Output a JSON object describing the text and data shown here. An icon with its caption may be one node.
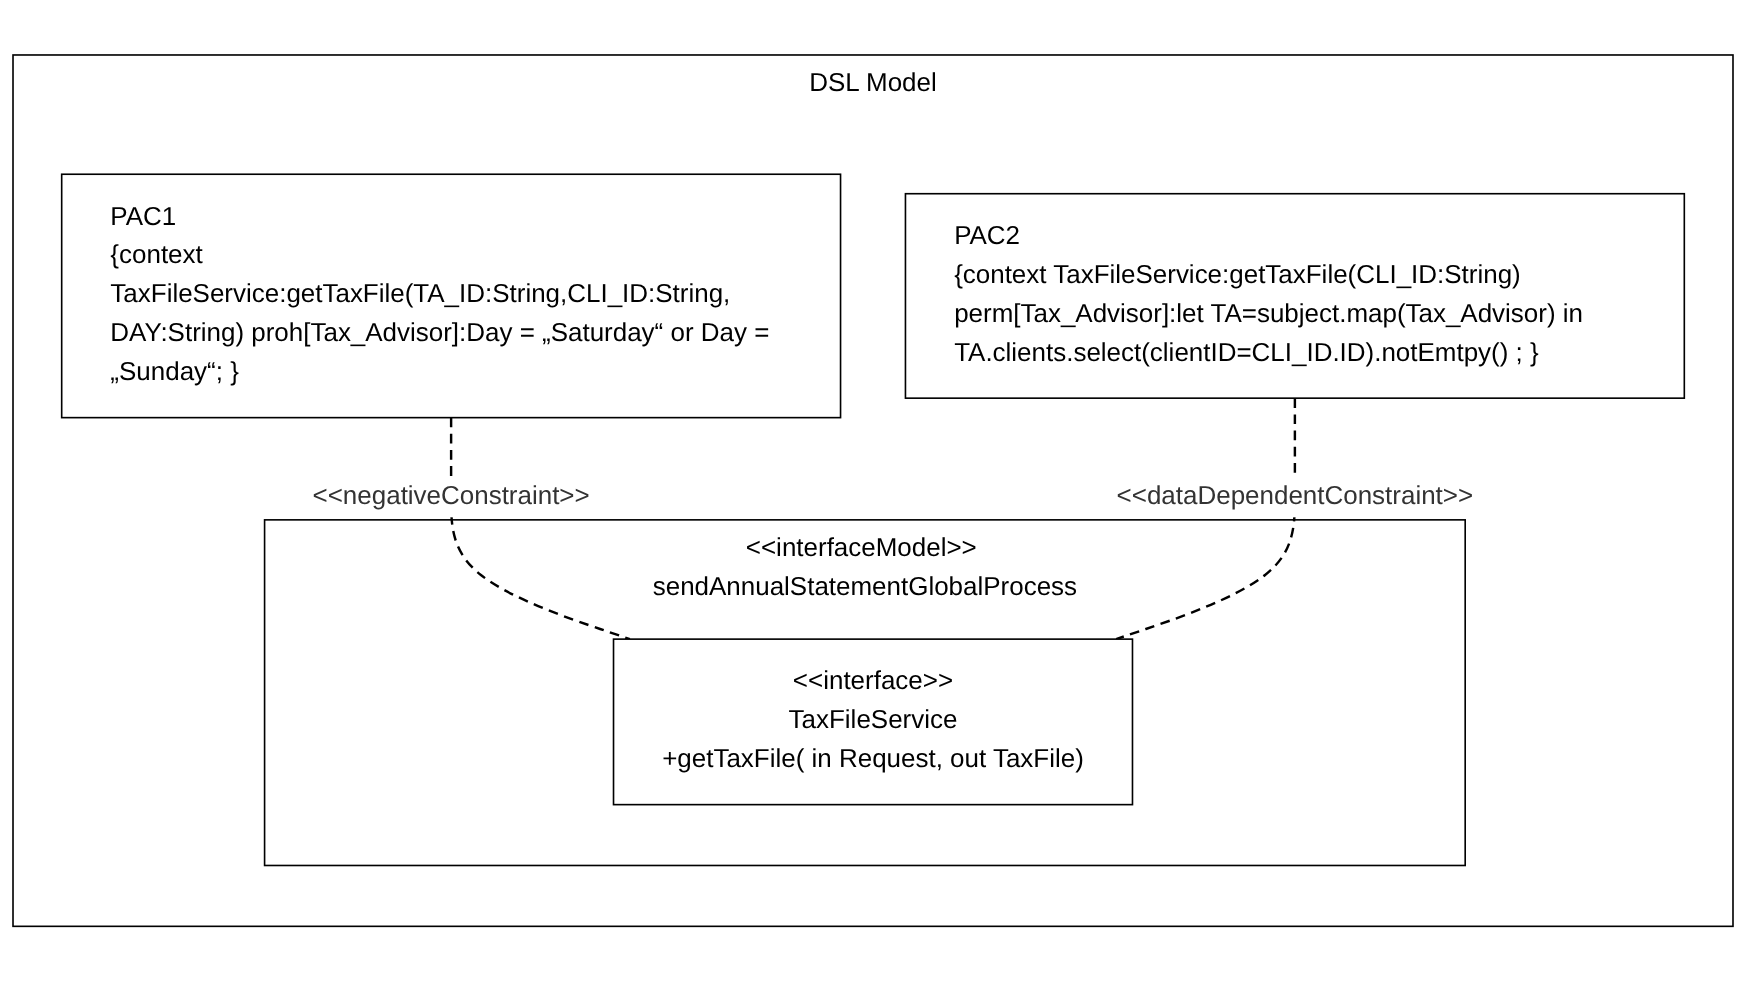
{
  "diagram": {
    "nodes": [
      {
        "text": [
          "DSL Model"
        ]
      },
      {
        "text": [
          "PAC1",
          "{context TaxFileService:getTaxFile(TA_ID:String,CLI_ID:String, DAY:String) proh[Tax_Advisor]:Day = „Saturday“ or Day = „Sunday“; }"
        ],
        "in": 0
      },
      {
        "text": [
          "PAC2",
          "{context TaxFileService:getTaxFile(CLI_ID:String) perm[Tax_Advisor]:let TA=subject.map(Tax_Advisor) in TA.clients.select(clientID=CLI_ID.ID).notEmtpy() ; }"
        ],
        "in": 0
      },
      {
        "text": [
          "<<interfaceModel>> sendAnnualStatementGlobalProcess"
        ],
        "in": 0
      },
      {
        "text": [
          "<<interface>>",
          "TaxFileService",
          "+getTaxFile( in  Request, out TaxFile)"
        ],
        "in": 3
      }
    ],
    "edges": [
      {
        "from": 1,
        "to": 4,
        "arrow": "none",
        "label": "<<negativeConstraint>>",
        "style": "dashed"
      },
      {
        "from": 2,
        "to": 4,
        "arrow": "none",
        "label": "<<dataDependentConstraint>>",
        "style": "dashed"
      }
    ]
  }
}
